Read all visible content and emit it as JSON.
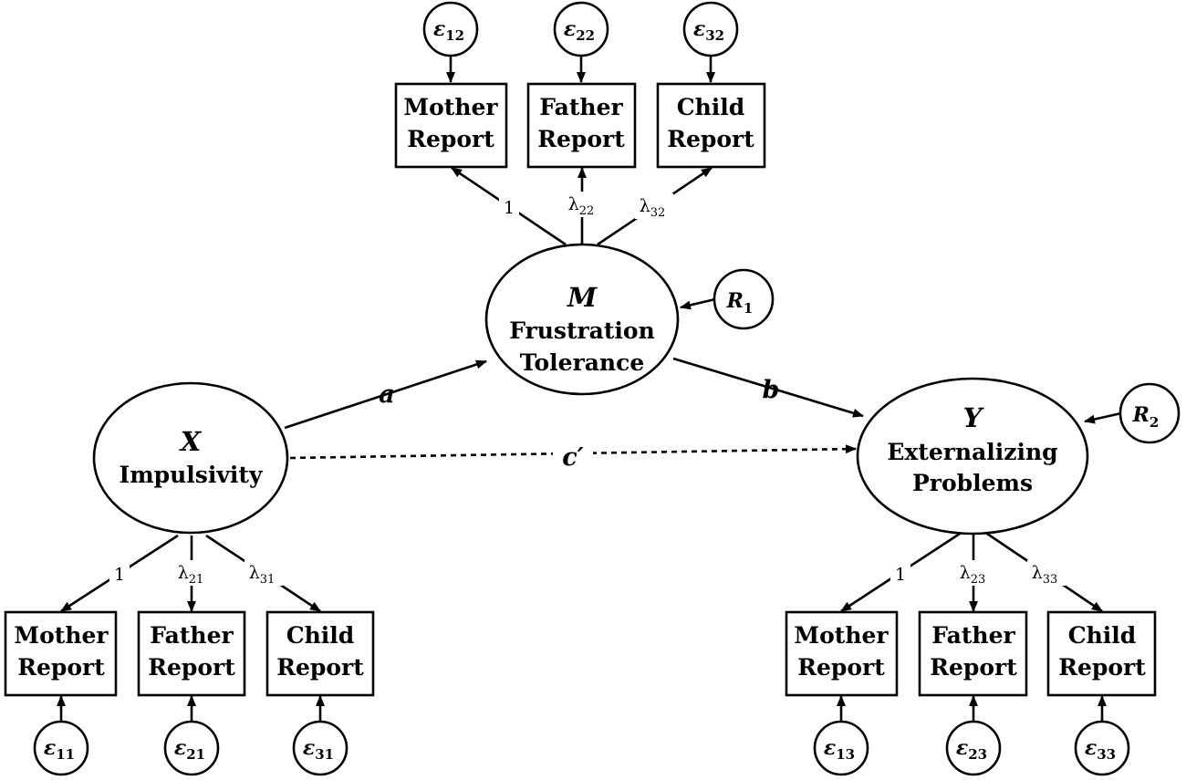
{
  "latents": {
    "x": {
      "letter": "X",
      "name": "Impulsivity"
    },
    "m": {
      "letter": "M",
      "name1": "Frustration",
      "name2": "Tolerance"
    },
    "y": {
      "letter": "Y",
      "name1": "Externalizing",
      "name2": "Problems"
    }
  },
  "residuals": {
    "r1": {
      "letter": "R",
      "sub": "1"
    },
    "r2": {
      "letter": "R",
      "sub": "2"
    }
  },
  "paths": {
    "a": "a",
    "b": "b",
    "c_prime": "c′"
  },
  "indicators": {
    "mother": [
      "Mother",
      "Report"
    ],
    "father": [
      "Father",
      "Report"
    ],
    "child": [
      "Child",
      "Report"
    ]
  },
  "loadings": {
    "fixed": "1",
    "lambda": "λ",
    "m": [
      "22",
      "32"
    ],
    "x": [
      "21",
      "31"
    ],
    "y": [
      "23",
      "33"
    ]
  },
  "errors": {
    "symbol": "ε",
    "m": [
      "12",
      "22",
      "32"
    ],
    "x": [
      "11",
      "21",
      "31"
    ],
    "y": [
      "13",
      "23",
      "33"
    ]
  }
}
